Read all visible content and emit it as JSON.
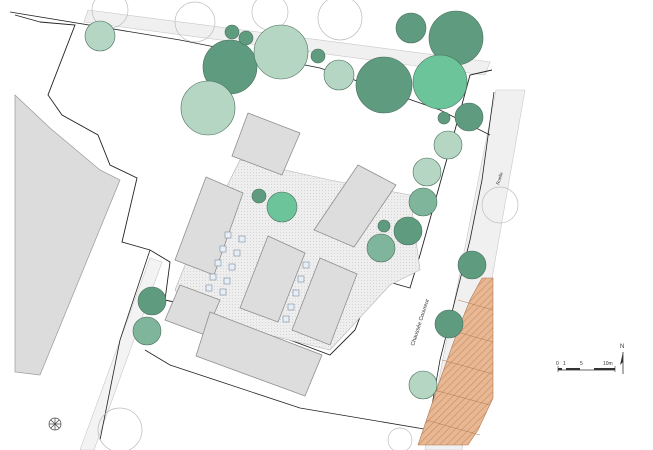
{
  "labels": {
    "street_main": "Chaussée Couvreur",
    "street_small": "Ruelle",
    "north": "N"
  },
  "scale_bar": {
    "ticks": [
      "0",
      "1",
      "5",
      "10m"
    ]
  },
  "colors": {
    "building": "#dedede",
    "building_stroke": "#8a8a8a",
    "courtyard": "#ececec",
    "road": "#f1f1f1",
    "tree_dark": "#5e9b7f",
    "tree_mid": "#7fb59a",
    "tree_light": "#b5d6c3",
    "tree_bright": "#6cc49a",
    "hatch": "#d9a27a",
    "line": "#222222"
  }
}
